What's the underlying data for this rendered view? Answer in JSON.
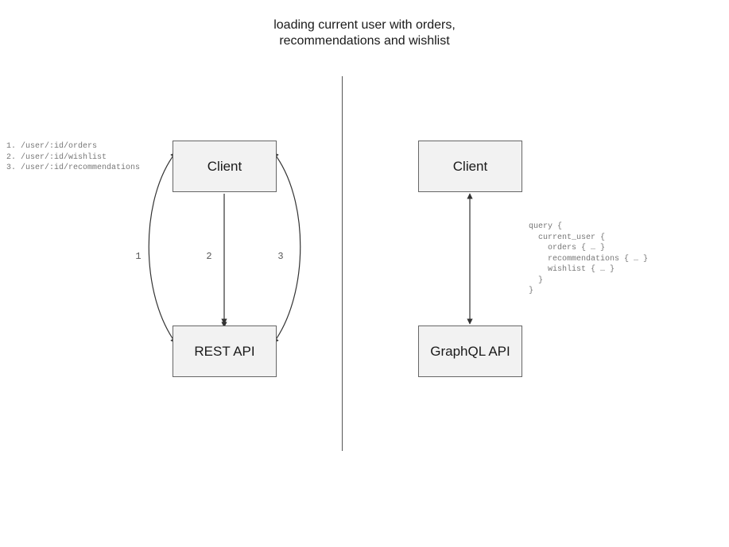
{
  "title": "loading current user with orders,\nrecommendations and wishlist",
  "divider": {
    "name": "vertical-divider",
    "color": "#555555"
  },
  "left_panel": {
    "nodes": [
      {
        "id": "client-rest",
        "label": "Client"
      },
      {
        "id": "rest-api",
        "label": "REST API"
      }
    ],
    "edge_labels": [
      "1",
      "2",
      "3"
    ],
    "endpoints_text": "1. /user/:id/orders\n2. /user/:id/wishlist\n3. /user/:id/recommendations"
  },
  "right_panel": {
    "nodes": [
      {
        "id": "client-gql",
        "label": "Client"
      },
      {
        "id": "graphql-api",
        "label": "GraphQL API"
      }
    ],
    "query_text": "query {\n  current_user {\n    orders { … }\n    recommendations { … }\n    wishlist { … }\n  }\n}"
  },
  "colors": {
    "node_fill": "#f2f2f2",
    "node_border": "#666666",
    "edge_stroke": "#333333",
    "code_text": "#777777",
    "title_text": "#1a1a1a"
  }
}
